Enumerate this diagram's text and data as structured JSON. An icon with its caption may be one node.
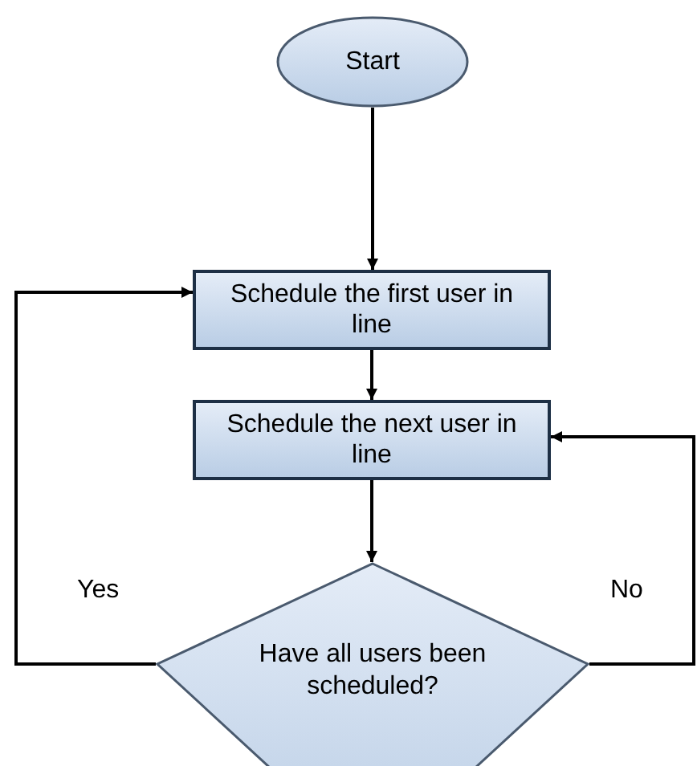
{
  "diagram": {
    "nodes": [
      {
        "text": [
          "Start"
        ]
      },
      {
        "text": [
          "Schedule the first user in line"
        ]
      },
      {
        "text": [
          "Schedule the next user in line"
        ]
      },
      {
        "text": [
          "Have all users been scheduled?"
        ]
      }
    ],
    "edges": [
      {
        "from": 0,
        "to": 1,
        "arrow": "to"
      },
      {
        "from": 1,
        "to": 2,
        "arrow": "to"
      },
      {
        "from": 2,
        "to": 3,
        "arrow": "to"
      },
      {
        "from": 3,
        "to": 1,
        "arrow": "to",
        "label": "Yes"
      },
      {
        "from": 3,
        "to": 2,
        "arrow": "to",
        "label": "No"
      }
    ]
  }
}
